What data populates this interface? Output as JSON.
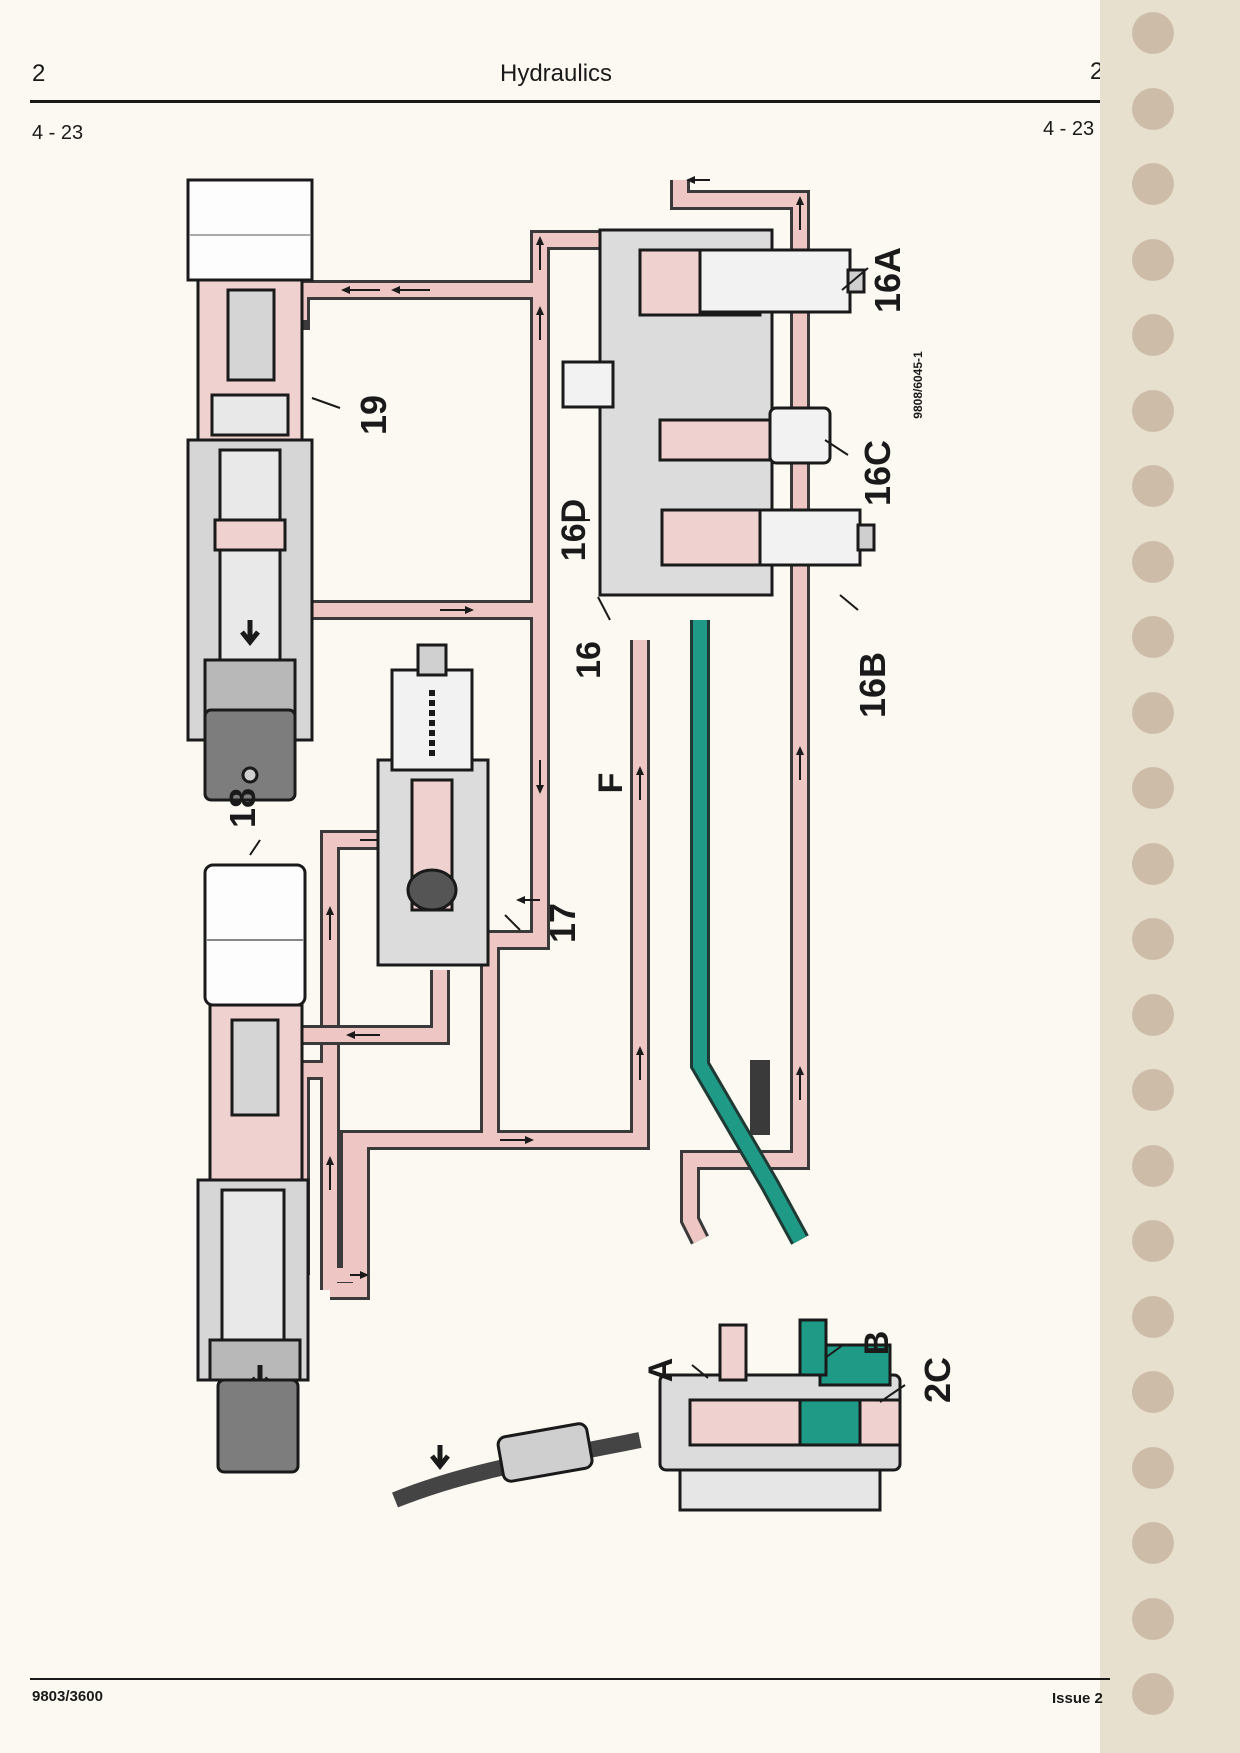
{
  "header": {
    "section_left": "2",
    "title": "Hydraulics",
    "section_right": "2",
    "page_left": "4 - 23",
    "page_right": "4 - 23"
  },
  "footer": {
    "doc_number": "9803/3600",
    "issue": "Issue 2"
  },
  "diagram": {
    "figure_id": "9808/6045-1",
    "labels": {
      "l16A": "16A",
      "l16B": "16B",
      "l16C": "16C",
      "l16D": "16D",
      "l16": "16",
      "l17": "17",
      "l18": "18",
      "l19": "19",
      "lF": "F",
      "lA": "A",
      "lB": "B",
      "l2C": "2C"
    },
    "colors": {
      "pressure_line": "#eec7c4",
      "exhaust_line": "#1e9a86",
      "line_outline": "#3a3a3a",
      "component_fill": "#dcdcdc"
    }
  }
}
